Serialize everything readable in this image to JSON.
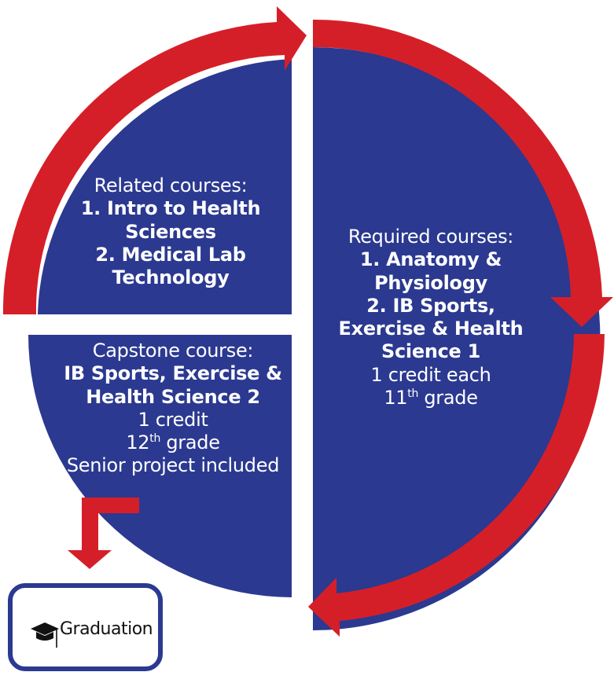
{
  "colors": {
    "quadrant_fill": "#2b3990",
    "arrow_red": "#d51f28",
    "text": "#ffffff",
    "box_border": "#2b3990"
  },
  "top_left": {
    "title": "Related courses:",
    "items": [
      "1. Intro to Health",
      "Sciences",
      "2. Medical Lab",
      "Technology"
    ]
  },
  "right": {
    "title": "Required courses:",
    "items": [
      "1. Anatomy &",
      "Physiology",
      "2. IB Sports,",
      "Exercise & Health",
      "Science 1"
    ],
    "credit": "1 credit each",
    "grade_num": "11",
    "grade_sup": "th",
    "grade_word": "grade"
  },
  "bottom_left": {
    "title": "Capstone course:",
    "items": [
      "IB Sports, Exercise &",
      "Health Science 2"
    ],
    "credit": "1 credit",
    "grade_num": "12",
    "grade_sup": "th",
    "grade_word": "grade",
    "note": "Senior project included"
  },
  "graduation": {
    "label": "Graduation",
    "icon": "graduation-cap-icon"
  }
}
